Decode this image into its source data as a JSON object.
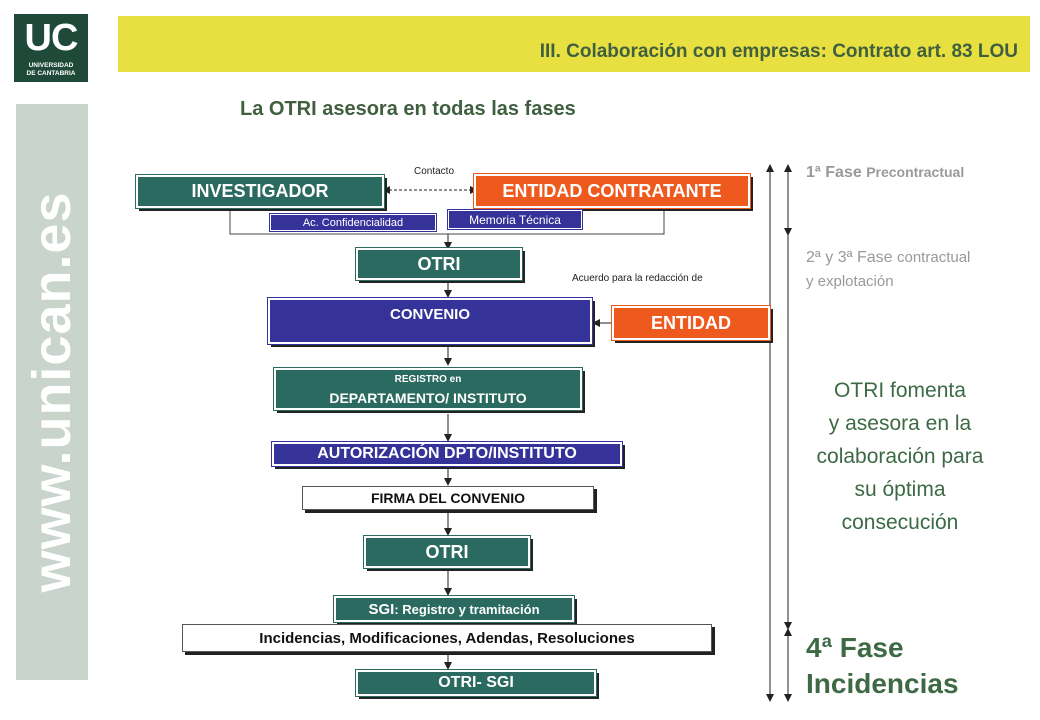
{
  "logo": {
    "mark": "UC",
    "line1": "UNIVERSIDAD",
    "line2": "DE CANTABRIA"
  },
  "header": {
    "title": "III. Colaboración con empresas: Contrato art. 83 LOU"
  },
  "sidebar": {
    "url": "www.unican.es"
  },
  "subtitle": "La OTRI asesora en todas las fases",
  "flow": {
    "investigador": "INVESTIGADOR",
    "contacto": "Contacto",
    "entidad_contratante": "ENTIDAD CONTRATANTE",
    "ac_confidencialidad": "Ac. Confidencialidad",
    "memoria_tecnica": "Memoria Técnica",
    "otri_1": "OTRI",
    "acuerdo": "Acuerdo para la redacción de",
    "convenio": "CONVENIO",
    "entidad": "ENTIDAD",
    "registro_line1": "REGISTRO en",
    "registro_line2": "DEPARTAMENTO/ INSTITUTO",
    "autorizacion": "AUTORIZACIÓN DPTO/INSTITUTO",
    "firma": "FIRMA DEL CONVENIO",
    "otri_2": "OTRI",
    "sgi_bold": "SGI",
    "sgi_rest": ": Registro y tramitación",
    "incidencias": "Incidencias, Modificaciones, Adendas, Resoluciones",
    "otri_sgi": "OTRI- SGI"
  },
  "phases": {
    "phase1_num": "1ª Fase",
    "phase1_text": "Precontractual",
    "phase23_line1_num": "2ª y 3ª Fase",
    "phase23_line1_text": "contractual",
    "phase23_line2": "y explotación",
    "promo_line1": "OTRI  fomenta",
    "promo_line2": "y asesora en la",
    "promo_line3": "colaboración para",
    "promo_line4": "su óptima",
    "promo_line5": "consecución",
    "phase4_line1": "4ª Fase",
    "phase4_line2": "Incidencias"
  },
  "colors": {
    "band": "#e8e040",
    "teal": "#2b6a60",
    "orange": "#ee5a1e",
    "navy": "#353399",
    "logo": "#1f4a3a",
    "sidebar": "#c8d4cc"
  }
}
